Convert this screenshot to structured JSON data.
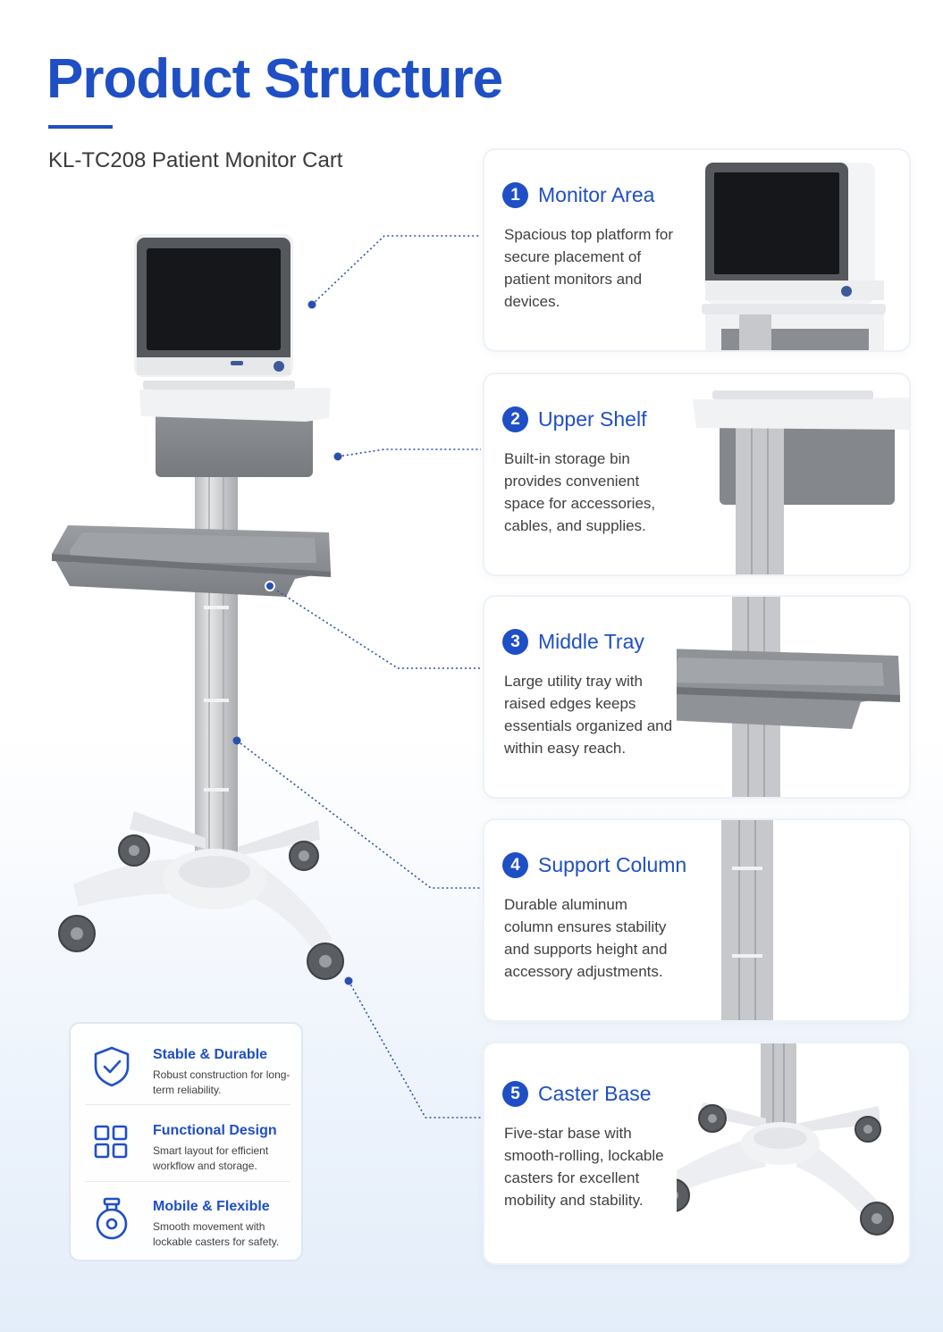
{
  "header": {
    "title": "Product Structure",
    "subtitle": "KL-TC208 Patient Monitor Cart"
  },
  "sections": [
    {
      "number": "1",
      "title": "Monitor Area",
      "description": "Spacious top platform for secure placement of patient monitors and devices."
    },
    {
      "number": "2",
      "title": "Upper Shelf",
      "description": "Built-in storage bin provides convenient space for accessories, cables, and supplies."
    },
    {
      "number": "3",
      "title": "Middle Tray",
      "description": "Large utility tray with raised edges keeps essentials organized and within easy reach."
    },
    {
      "number": "4",
      "title": "Support Column",
      "description": "Durable aluminum column ensures stability and supports height and accessory adjustments."
    },
    {
      "number": "5",
      "title": "Caster Base",
      "description": "Five-star base with smooth-rolling, lockable casters for excellent mobility and stability."
    }
  ],
  "features": [
    {
      "title": "Stable & Durable",
      "description": "Robust construction for long-term reliability.",
      "icon": "shield-check-icon"
    },
    {
      "title": "Functional Design",
      "description": "Smart layout for efficient workflow and storage.",
      "icon": "grid-icon"
    },
    {
      "title": "Mobile & Flexible",
      "description": "Smooth movement with lockable casters for safety.",
      "icon": "caster-wheel-icon"
    }
  ],
  "colors": {
    "accent": "#1f4fc4",
    "tray_gray": "#8a8d91",
    "column_silver": "#c6c8cb",
    "base_white": "#eceef1"
  }
}
